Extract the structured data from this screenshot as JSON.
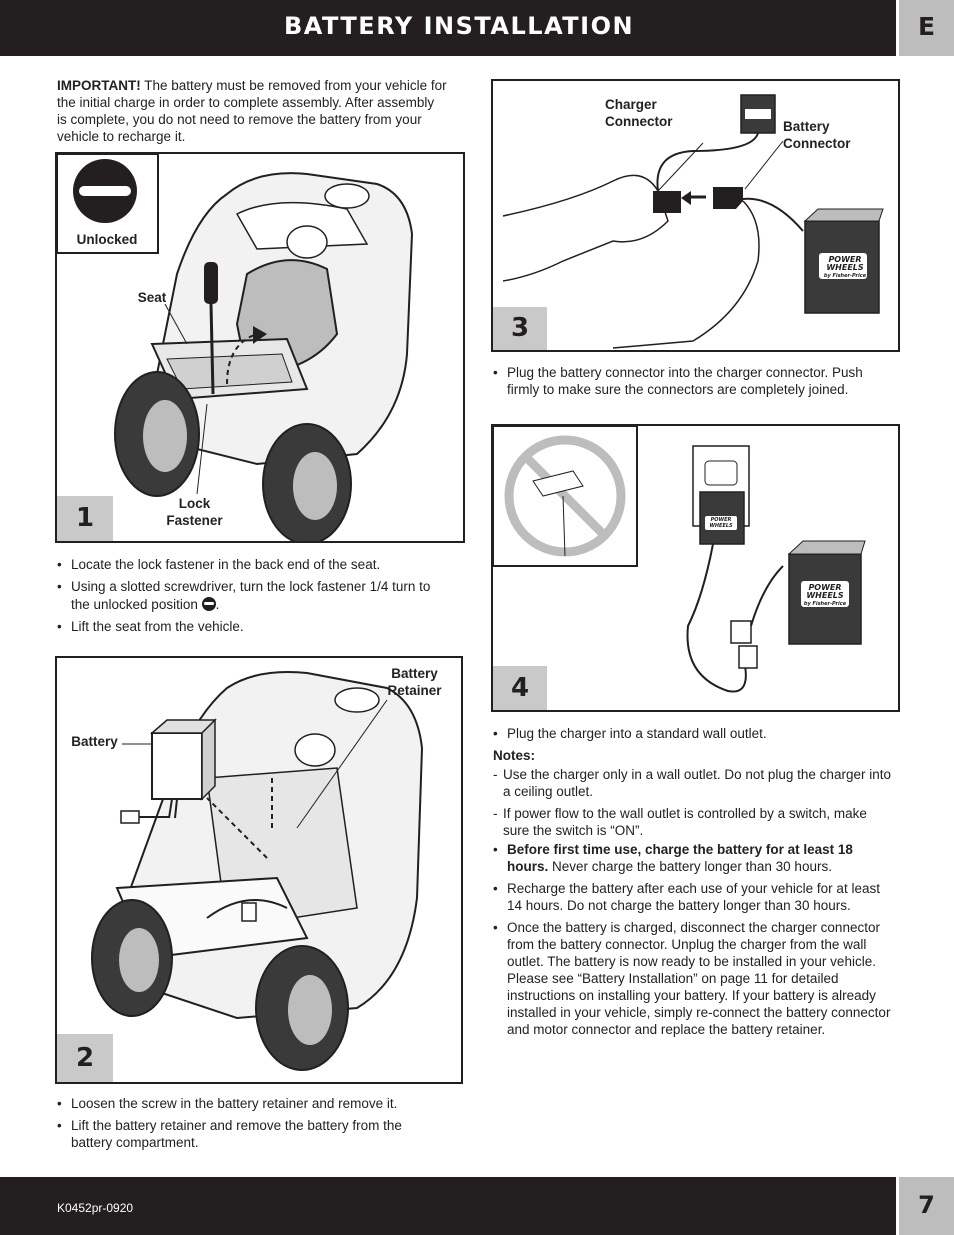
{
  "header": {
    "title": "BATTERY INSTALLATION",
    "section_tab": "E"
  },
  "footer": {
    "code": "K0452pr-0920",
    "page_number": "7"
  },
  "intro": {
    "important_label": "IMPORTANT!",
    "text": " The battery must be removed from your vehicle for the initial charge in order to complete assembly. After assembly is complete, you do not need to remove the battery from your vehicle to recharge it."
  },
  "step1": {
    "number": "1",
    "labels": {
      "unlocked": "Unlocked",
      "seat": "Seat",
      "lock_line1": "Lock",
      "lock_line2": "Fastener"
    },
    "bullets": [
      "Locate the lock fastener in the back end of the seat.",
      "Using a slotted screwdriver, turn the lock fastener 1/4 turn to the unlocked position",
      "Lift the seat from the vehicle."
    ]
  },
  "step2": {
    "number": "2",
    "labels": {
      "battery": "Battery",
      "retainer_line1": "Battery",
      "retainer_line2": "Retainer"
    },
    "bullets": [
      "Loosen the screw in the battery retainer and remove it.",
      "Lift the battery retainer and remove the battery from the battery compartment."
    ]
  },
  "step3": {
    "number": "3",
    "labels": {
      "charger_line1": "Charger",
      "charger_line2": "Connector",
      "battery_line1": "Battery",
      "battery_line2": "Connector",
      "brand_line1": "POWER",
      "brand_line2": "WHEELS",
      "brand_line3": "by Fisher-Price"
    },
    "bullets": [
      "Plug the battery connector into the charger connector. Push firmly to make sure the connectors are completely joined."
    ]
  },
  "step4": {
    "number": "4",
    "labels": {
      "brand_line1": "POWER",
      "brand_line2": "WHEELS",
      "brand_line3": "by Fisher-Price"
    },
    "bullets": [
      "Plug the charger into a standard wall outlet."
    ],
    "notes_heading": "Notes:",
    "notes": [
      "Use the charger only in a wall outlet. Do not plug the charger into a ceiling outlet.",
      "If power flow to the wall outlet is controlled by a switch, make sure the switch is “ON”."
    ],
    "bullets2_bold": "Before first time use, charge the battery for at least 18 hours.",
    "bullets2_rest": "Never charge the battery longer than 30 hours.",
    "bullets3": [
      "Recharge the battery after each use of your vehicle for at least 14 hours. Do not charge the battery longer than 30 hours.",
      "Once the battery is charged, disconnect the charger connector from the battery connector. Unplug the charger from the wall outlet. The battery is now ready to be installed in your vehicle. Please see “Battery Installation” on page 11 for detailed instructions on installing your battery. If your battery is already installed in your vehicle, simply re-connect the battery connector and motor connector and replace the battery retainer."
    ]
  }
}
